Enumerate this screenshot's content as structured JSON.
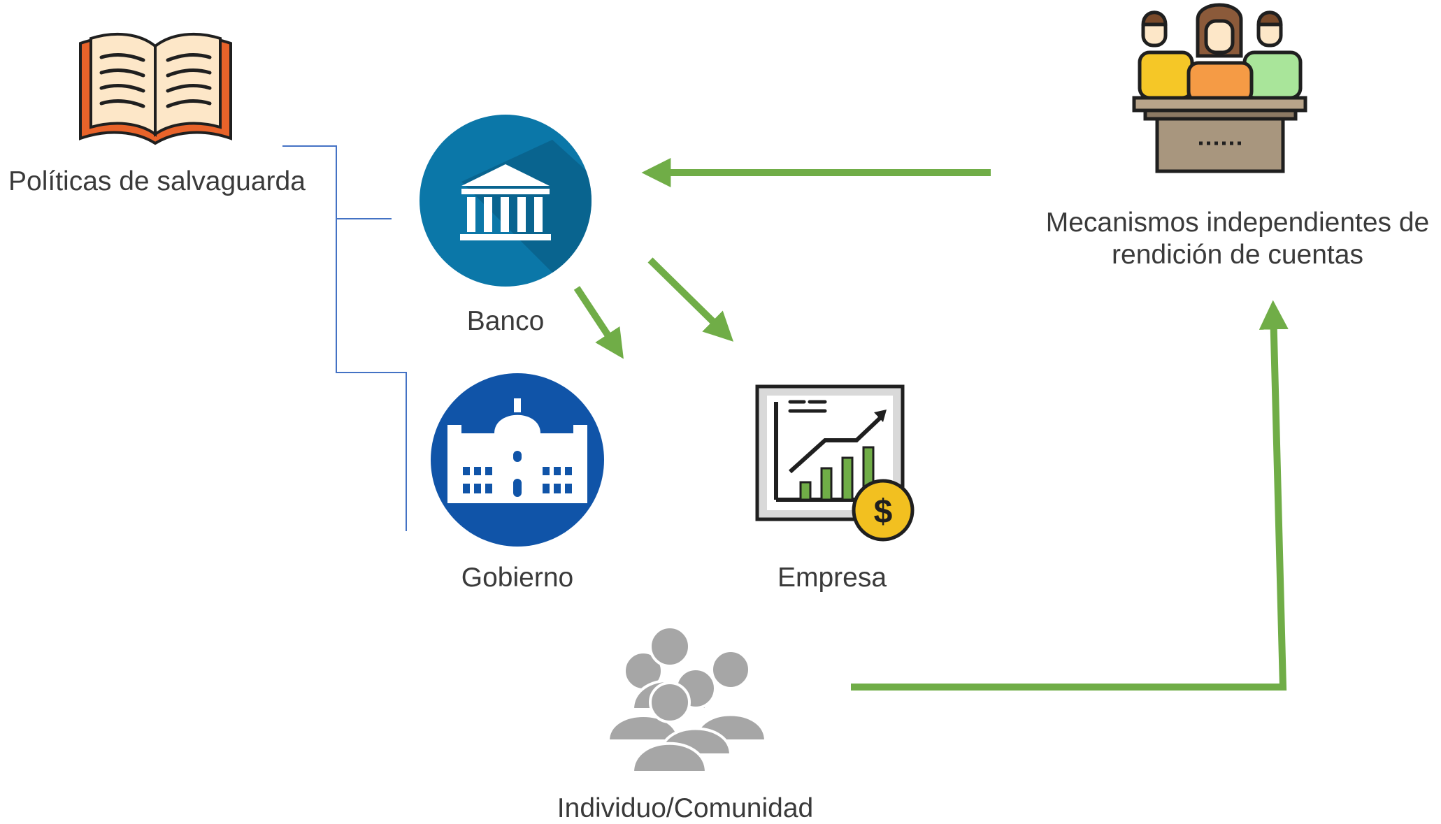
{
  "nodes": {
    "politicas": {
      "label": "Políticas de salvaguarda",
      "icon": "open-book-icon"
    },
    "banco": {
      "label": "Banco",
      "icon": "bank-icon"
    },
    "gobierno": {
      "label": "Gobierno",
      "icon": "government-building-icon"
    },
    "empresa": {
      "label": "Empresa",
      "icon": "business-growth-chart-icon"
    },
    "comunidad": {
      "label": "Individuo/Comunidad",
      "icon": "people-group-icon"
    },
    "mecanismos": {
      "label_line1": "Mecanismos independientes de",
      "label_line2": "rendición de cuentas",
      "icon": "panel-podium-icon"
    }
  },
  "colors": {
    "arrow": "#70ad47",
    "bracket": "#4472c4",
    "bank_circle": "#0b77a8",
    "gov_circle": "#1054a8",
    "people": "#a6a6a6",
    "text": "#3a3a3a"
  }
}
